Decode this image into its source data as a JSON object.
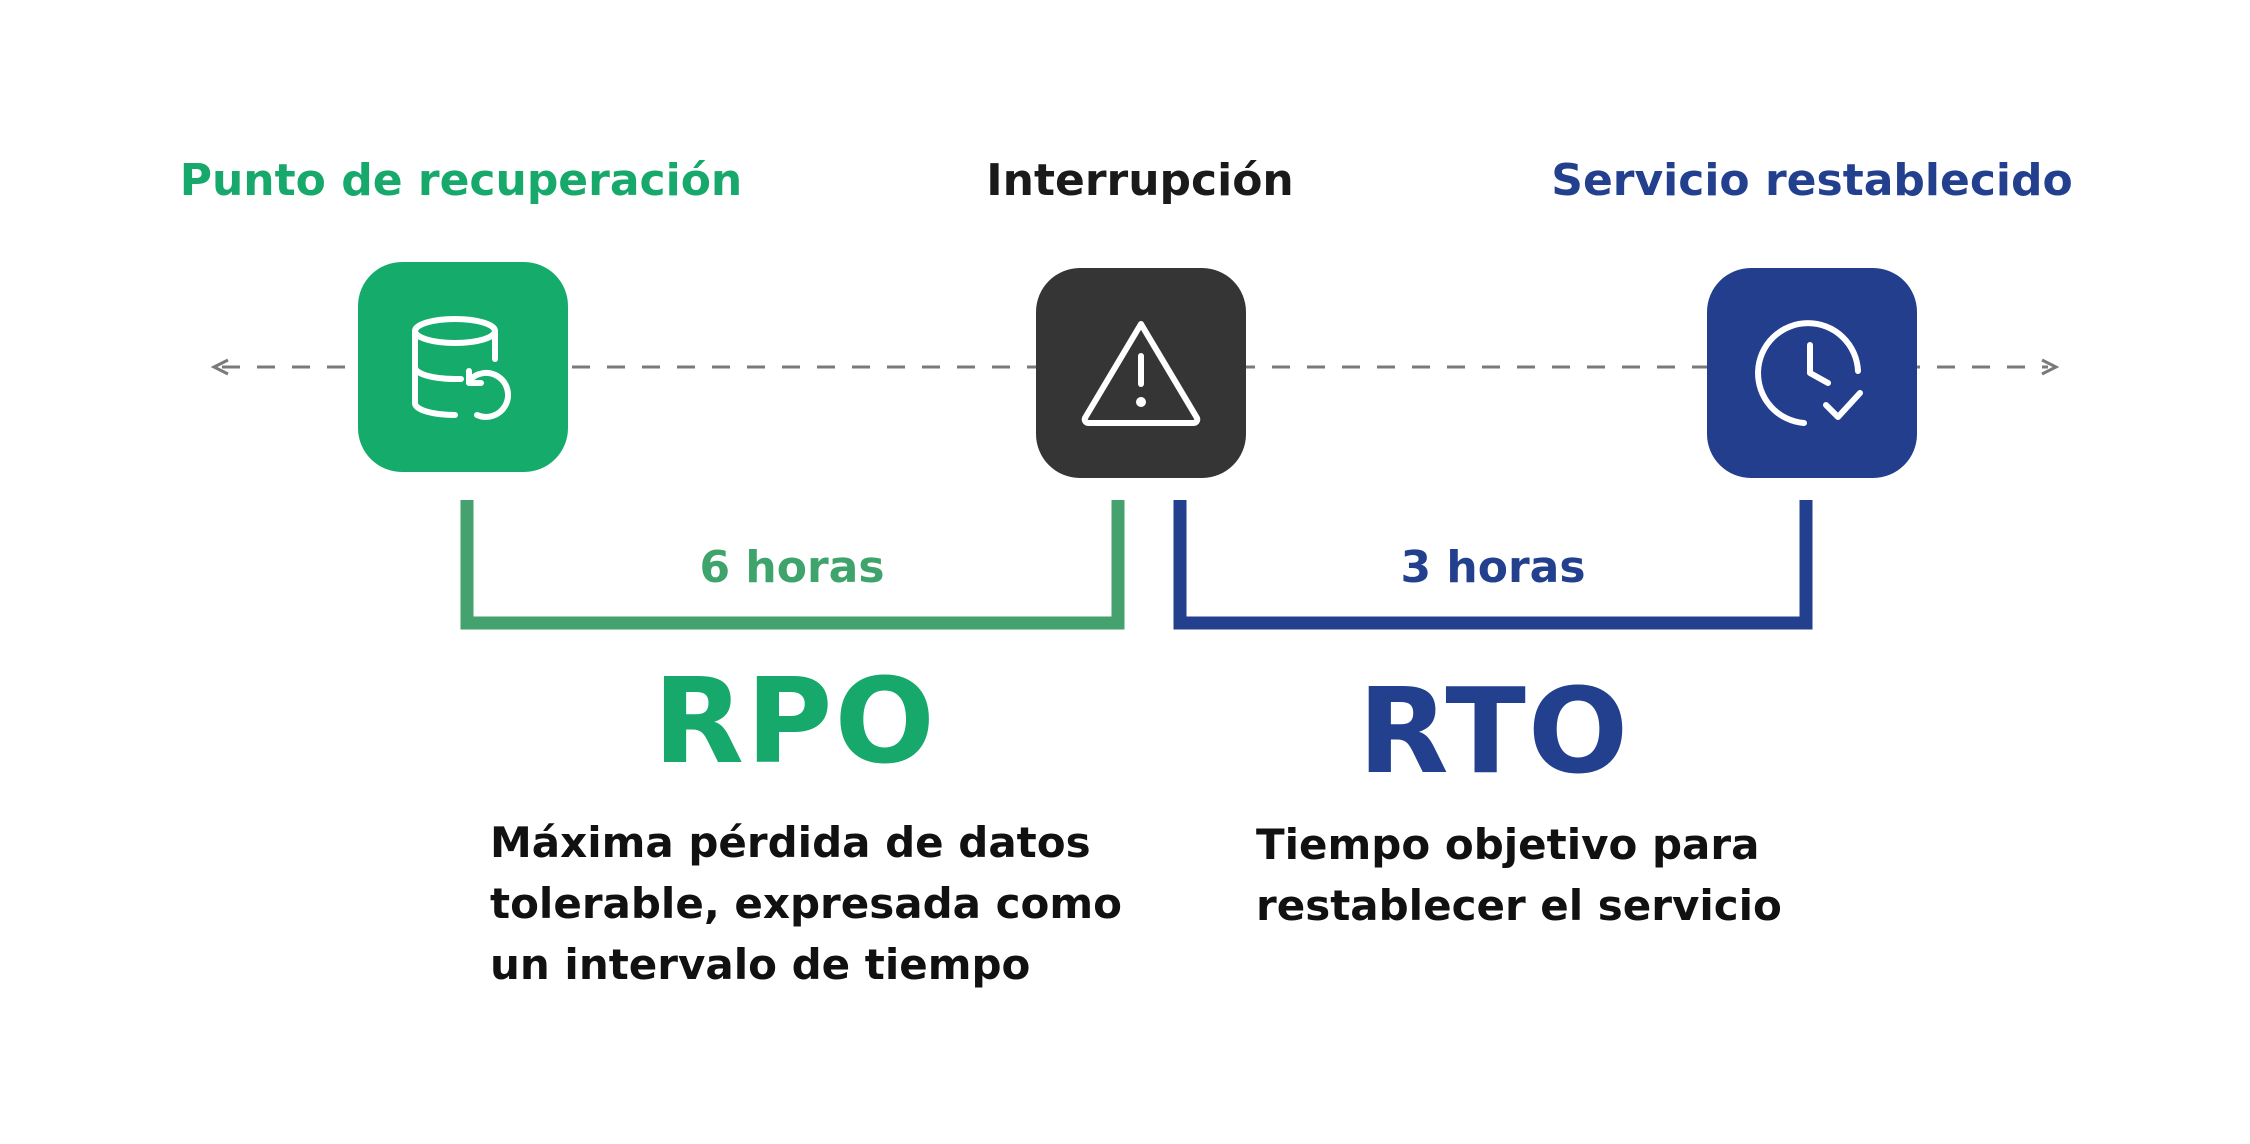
{
  "milestones": {
    "recovery_point": {
      "label": "Punto de recuperación",
      "icon": "database-restore-icon"
    },
    "interruption": {
      "label": "Interrupción",
      "icon": "warning-triangle-icon"
    },
    "service_restored": {
      "label": "Servicio restablecido",
      "icon": "clock-check-icon"
    }
  },
  "rpo": {
    "duration": "6 horas",
    "acronym": "RPO",
    "description_lines": [
      "Máxima pérdida de datos",
      "tolerable, expresada como",
      "un intervalo de tiempo"
    ]
  },
  "rto": {
    "duration": "3 horas",
    "acronym": "RTO",
    "description_lines": [
      "Tiempo objetivo para",
      "restablecer el servicio"
    ]
  },
  "colors": {
    "green": "#15AC6B",
    "dark": "#353535",
    "blue": "#223E8D",
    "bracket_green": "#45A26F",
    "bracket_blue": "#22408E",
    "timeline": "#7a7a7a"
  }
}
